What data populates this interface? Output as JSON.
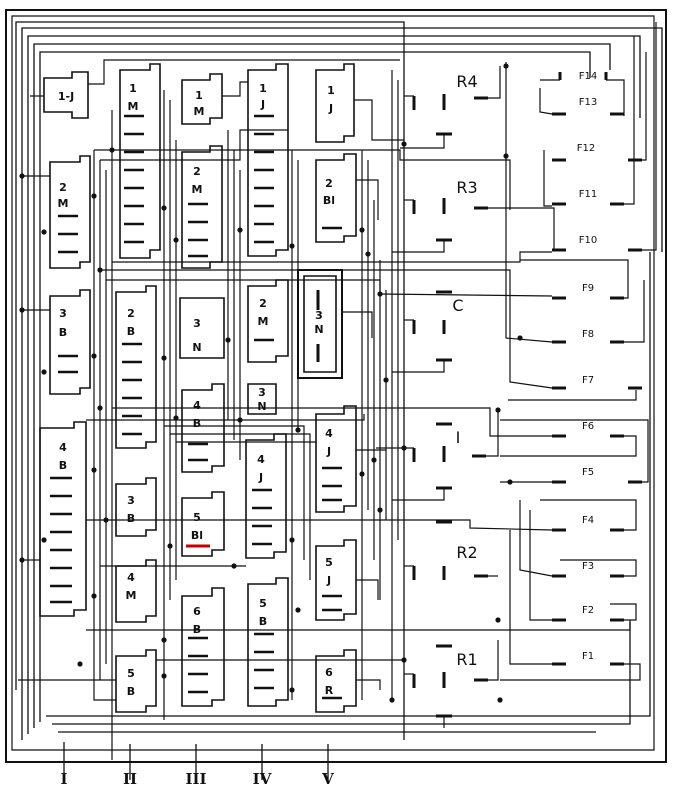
{
  "connectors": [
    {
      "id": "c1J",
      "num": "1-J",
      "letter": ""
    },
    {
      "id": "c1M",
      "num": "1",
      "letter": "M"
    },
    {
      "id": "c1Mb",
      "num": "1",
      "letter": "M"
    },
    {
      "id": "c1Ja",
      "num": "1",
      "letter": "J"
    },
    {
      "id": "c1Jb",
      "num": "1",
      "letter": "J"
    },
    {
      "id": "c2Ma",
      "num": "2",
      "letter": "M"
    },
    {
      "id": "c2Mb",
      "num": "2",
      "letter": "M"
    },
    {
      "id": "c2Bl",
      "num": "2",
      "letter": "Bl"
    },
    {
      "id": "c3Ba",
      "num": "3",
      "letter": "B"
    },
    {
      "id": "c2Ba",
      "num": "2",
      "letter": "B"
    },
    {
      "id": "c3Na",
      "num": "3",
      "letter": "N"
    },
    {
      "id": "c2Mc",
      "num": "2",
      "letter": "M"
    },
    {
      "id": "c3Nb",
      "num": "3",
      "letter": "N"
    },
    {
      "id": "c4Ba",
      "num": "4",
      "letter": "B"
    },
    {
      "id": "c4Bb",
      "num": "4",
      "letter": "B"
    },
    {
      "id": "c3Nc",
      "num": "3",
      "letter": "N"
    },
    {
      "id": "c4Ja",
      "num": "4",
      "letter": "J"
    },
    {
      "id": "c4Jb",
      "num": "4",
      "letter": "J"
    },
    {
      "id": "c3Bb",
      "num": "3",
      "letter": "B"
    },
    {
      "id": "c5Bl",
      "num": "5",
      "letter": "Bl"
    },
    {
      "id": "c5J",
      "num": "5",
      "letter": "J"
    },
    {
      "id": "c4M",
      "num": "4",
      "letter": "M"
    },
    {
      "id": "c6B",
      "num": "6",
      "letter": "B"
    },
    {
      "id": "c5Ba",
      "num": "5",
      "letter": "B"
    },
    {
      "id": "c5Bb",
      "num": "5",
      "letter": "B"
    },
    {
      "id": "c6R",
      "num": "6",
      "letter": "R"
    }
  ],
  "relays": [
    "R4",
    "R3",
    "C",
    "I",
    "R2",
    "R1"
  ],
  "fuses": [
    "F14",
    "F13",
    "F12",
    "F11",
    "F10",
    "F9",
    "F8",
    "F7",
    "F6",
    "F5",
    "F4",
    "F3",
    "F2",
    "F1"
  ],
  "harness_markers": [
    "I",
    "II",
    "III",
    "IV",
    "V"
  ],
  "colors": {
    "wire": "#111111",
    "highlight": "#c40000",
    "background": "#ffffff"
  }
}
